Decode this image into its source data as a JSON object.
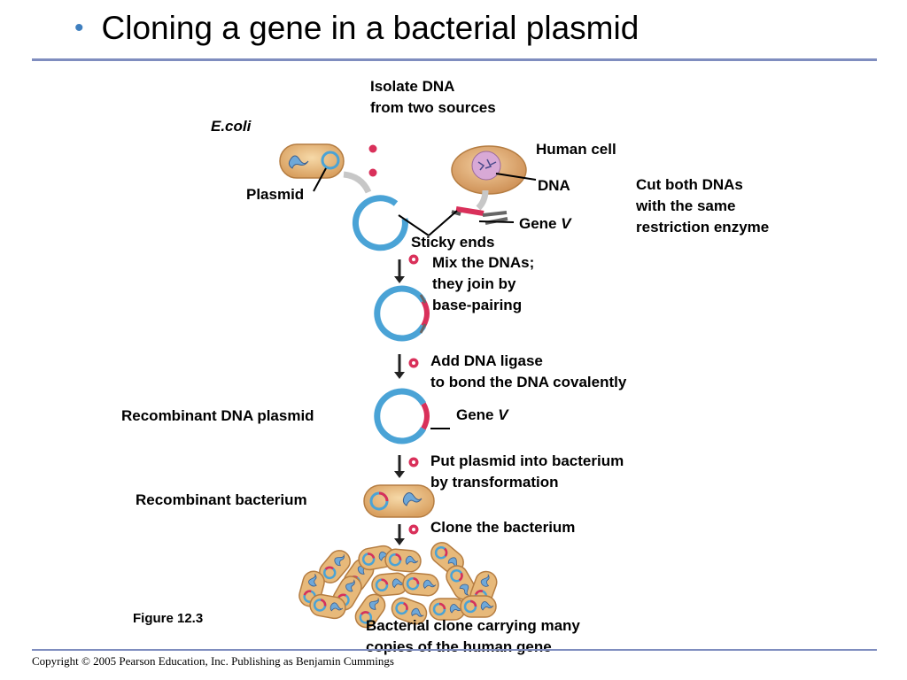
{
  "slide": {
    "title": "Cloning a gene in a bacterial plasmid",
    "copyright": "Copyright © 2005 Pearson Education, Inc. Publishing as Benjamin Cummings"
  },
  "labels": {
    "isolate_1": "Isolate DNA",
    "isolate_2": "from two sources",
    "ecoli": "E.coli",
    "human_cell": "Human cell",
    "dna": "DNA",
    "plasmid": "Plasmid",
    "gene_v_1": "Gene",
    "gene_v_1_letter": "V",
    "cut_1": "Cut both DNAs",
    "cut_2": "with the same",
    "cut_3": "restriction enzyme",
    "sticky_ends": "Sticky ends",
    "mix_1": "Mix the DNAs;",
    "mix_2": "they join by",
    "mix_3": "base-pairing",
    "ligase_1": "Add DNA ligase",
    "ligase_2": "to bond the DNA covalently",
    "recombinant_plasmid": "Recombinant DNA plasmid",
    "gene_v_2": "Gene",
    "gene_v_2_letter": "V",
    "transform_1": "Put plasmid into bacterium",
    "transform_2": "by transformation",
    "recombinant_bacterium": "Recombinant bacterium",
    "clone": "Clone the bacterium",
    "figure": "Figure 12.3",
    "result_1": "Bacterial clone carrying many",
    "result_2": "copies of the human gene"
  },
  "colors": {
    "accent_bullet": "#3f7fbf",
    "rule": "#7f8dbf",
    "plasmid_blue": "#4aa3d6",
    "gene_red": "#d9305a",
    "cell_tan": "#e7b97a"
  }
}
